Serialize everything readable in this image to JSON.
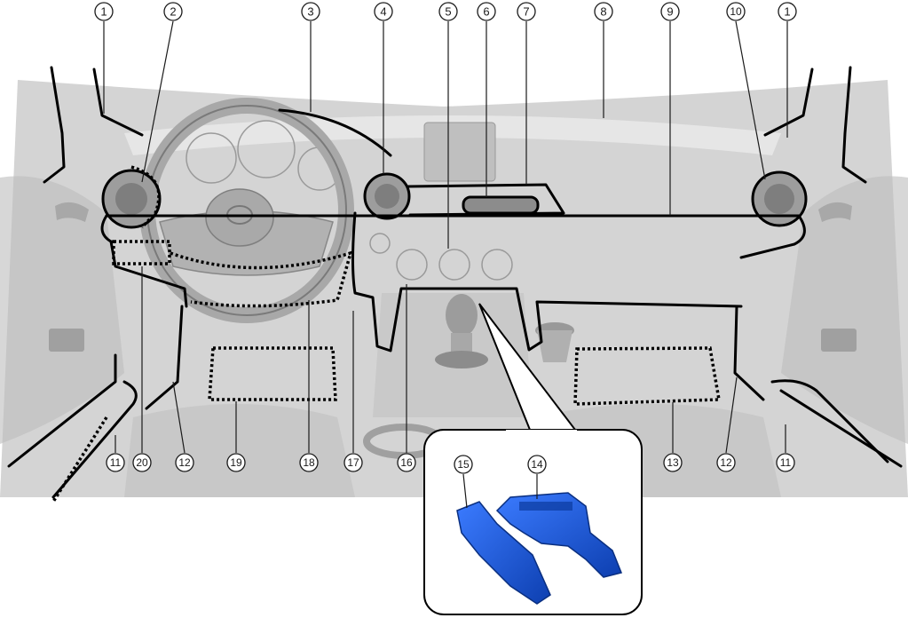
{
  "callouts": {
    "top": [
      "1",
      "2",
      "3",
      "4",
      "5",
      "6",
      "7",
      "8",
      "9",
      "10",
      "1"
    ],
    "bottom": [
      "11",
      "20",
      "12",
      "19",
      "18",
      "17",
      "16",
      "13",
      "12",
      "11"
    ],
    "inset": [
      "15",
      "14"
    ]
  },
  "colors": {
    "outline": "#000000",
    "interior_gray": "#d4d4d4",
    "part_blue": "#1f5fd6"
  }
}
